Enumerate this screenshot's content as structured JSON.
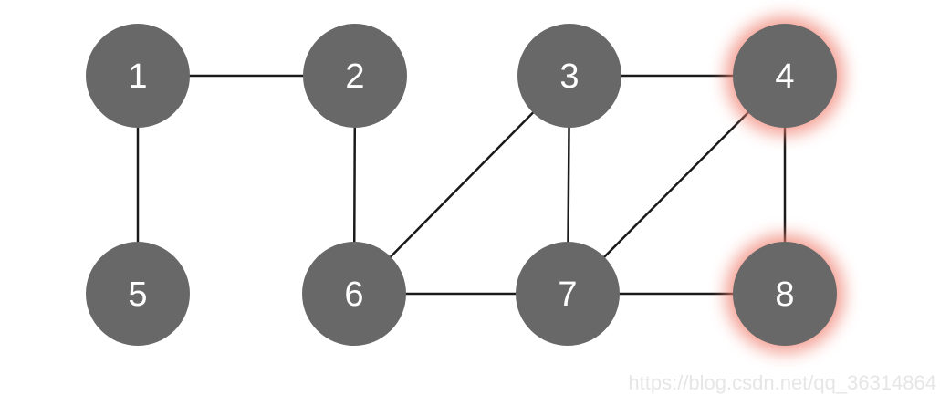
{
  "graph": {
    "nodes": [
      {
        "id": "1",
        "label": "1",
        "highlighted": false
      },
      {
        "id": "2",
        "label": "2",
        "highlighted": false
      },
      {
        "id": "3",
        "label": "3",
        "highlighted": false
      },
      {
        "id": "4",
        "label": "4",
        "highlighted": true
      },
      {
        "id": "5",
        "label": "5",
        "highlighted": false
      },
      {
        "id": "6",
        "label": "6",
        "highlighted": false
      },
      {
        "id": "7",
        "label": "7",
        "highlighted": false
      },
      {
        "id": "8",
        "label": "8",
        "highlighted": true
      }
    ],
    "edges": [
      [
        "1",
        "2"
      ],
      [
        "1",
        "5"
      ],
      [
        "2",
        "6"
      ],
      [
        "3",
        "4"
      ],
      [
        "3",
        "6"
      ],
      [
        "3",
        "7"
      ],
      [
        "4",
        "7"
      ],
      [
        "4",
        "8"
      ],
      [
        "6",
        "7"
      ],
      [
        "7",
        "8"
      ]
    ]
  },
  "colors": {
    "node_fill": "#686868",
    "node_text": "#ffffff",
    "edge": "#1a1a1a",
    "highlight_glow": "#f08070"
  },
  "watermark": "https://blog.csdn.net/qq_36314864"
}
